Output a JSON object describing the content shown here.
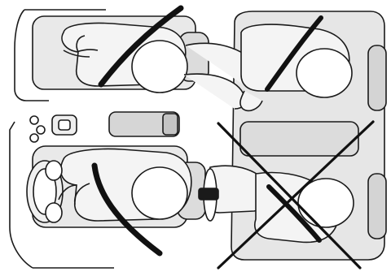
{
  "illustration": {
    "subject": "overhead-vehicle-cabin-seatbelt",
    "colors": {
      "line": "#1a1a1a",
      "fill_light": "#f2f2f2",
      "fill_mid": "#e2e2e2",
      "fill_dark": "#cfcfcf",
      "belt": "#111111",
      "cross": "#111111"
    },
    "regions": [
      {
        "name": "front-passenger",
        "belt_status": "correct"
      },
      {
        "name": "rear-passenger",
        "belt_status": "correct"
      },
      {
        "name": "driver",
        "belt_status": "correct"
      },
      {
        "name": "rear-child-shared-belt",
        "belt_status": "incorrect"
      }
    ]
  }
}
